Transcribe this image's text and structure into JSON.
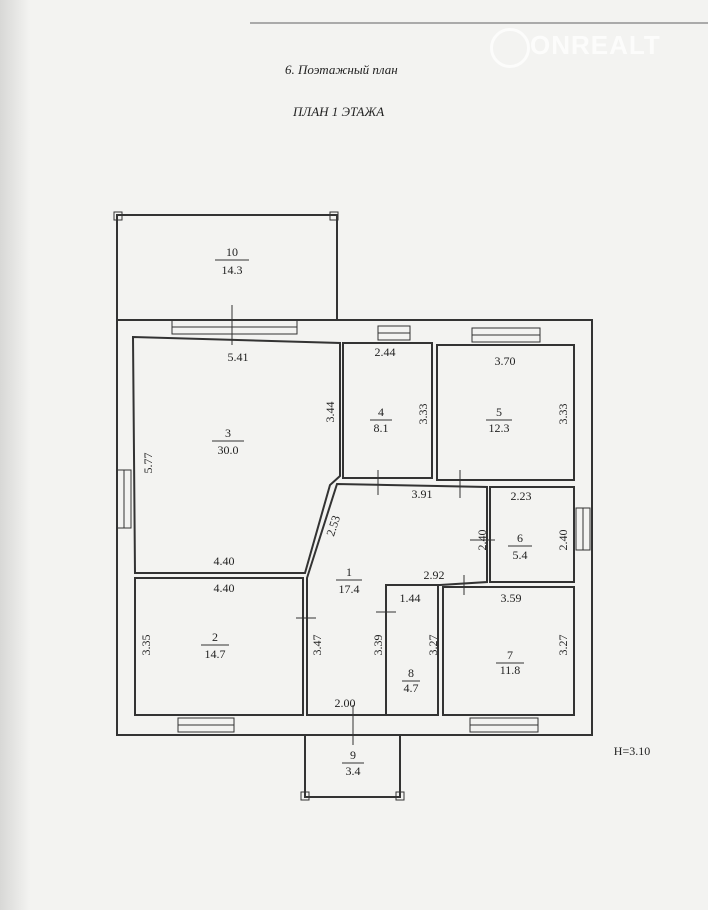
{
  "watermark": "ONREALT",
  "section_title": "6. Поэтажный план",
  "plan_title": "ПЛАН 1 ЭТАЖА",
  "height_note": "H=3.10",
  "rooms": [
    {
      "n": "1",
      "area": "17.4"
    },
    {
      "n": "2",
      "area": "14.7"
    },
    {
      "n": "3",
      "area": "30.0"
    },
    {
      "n": "4",
      "area": "8.1"
    },
    {
      "n": "5",
      "area": "12.3"
    },
    {
      "n": "6",
      "area": "5.4"
    },
    {
      "n": "7",
      "area": "11.8"
    },
    {
      "n": "8",
      "area": "4.7"
    },
    {
      "n": "9",
      "area": "3.4"
    },
    {
      "n": "10",
      "area": "14.3"
    }
  ],
  "dims": {
    "r3_top": "5.41",
    "r3_right": "3.44",
    "r3_left": "5.77",
    "r3_bottom": "4.40",
    "r1_diag": "2.53",
    "r4_top": "2.44",
    "r4_right": "3.33",
    "r5_top": "3.70",
    "r5_right": "3.33",
    "r1_top": "3.91",
    "r1_right": "2.40",
    "r1_bottom": "2.92",
    "r1_left": "3.47",
    "r1_inner": "3.39",
    "r1_door": "2.00",
    "r6_top": "2.23",
    "r6_right": "2.40",
    "r2_top": "4.40",
    "r2_left": "3.35",
    "r8_top": "1.44",
    "r8_right": "3.27",
    "r7_top": "3.59",
    "r7_right": "3.27"
  }
}
